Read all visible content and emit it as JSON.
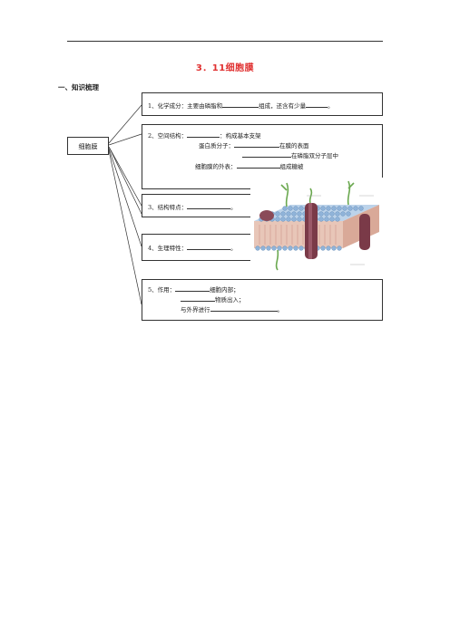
{
  "page": {
    "title": "3．11细胞膜",
    "section": "一、知识梳理"
  },
  "root": {
    "label": "细胞膜"
  },
  "items": {
    "composition": {
      "prefix": "1、化学成分：主要由磷脂和",
      "middle": "组成，还含有少量",
      "suffix": "。"
    },
    "structure": {
      "line1_prefix": "2、空间结构：",
      "line1_suffix": "：构成基本支架",
      "line2_prefix": "蛋白质分子：",
      "line2_suffix": "在膜的表面",
      "line3_suffix": "在磷脂双分子层中",
      "line4_prefix": "细胞膜的外表：",
      "line4_suffix": "组成糖被"
    },
    "feature": {
      "prefix": "3、结构特点：",
      "suffix": "。"
    },
    "property": {
      "prefix": "4、生理特性：",
      "suffix": "。"
    },
    "function": {
      "line1_prefix": "5、作用：",
      "line1_suffix": "细胞内部；",
      "line2_suffix": "物质出入；",
      "line3_prefix": "与外界进行",
      "line3_suffix": "。"
    }
  },
  "colors": {
    "title": "#e03030",
    "lipid_head": "#8fb3d9",
    "lipid_tail": "#e8b8a8",
    "protein": "#7a3a48",
    "glycan": "#6aa84f"
  }
}
